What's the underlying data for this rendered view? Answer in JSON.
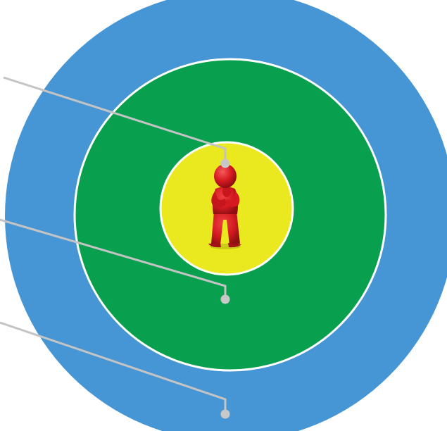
{
  "diagram": {
    "type": "concentric-circles",
    "rings": [
      {
        "name": "outer",
        "color": "#4696D6"
      },
      {
        "name": "middle",
        "color": "#08A04E"
      },
      {
        "name": "inner",
        "color": "#EAE81E"
      }
    ],
    "ring_border_color": "#ffffff",
    "leader_line_color": "#c4c4c4",
    "leader_dot_color": "#c8c8c8",
    "figure": {
      "icon": "person-icon",
      "color": "#D61A22"
    },
    "leaders": [
      {
        "target": "inner"
      },
      {
        "target": "middle"
      },
      {
        "target": "outer"
      }
    ]
  }
}
